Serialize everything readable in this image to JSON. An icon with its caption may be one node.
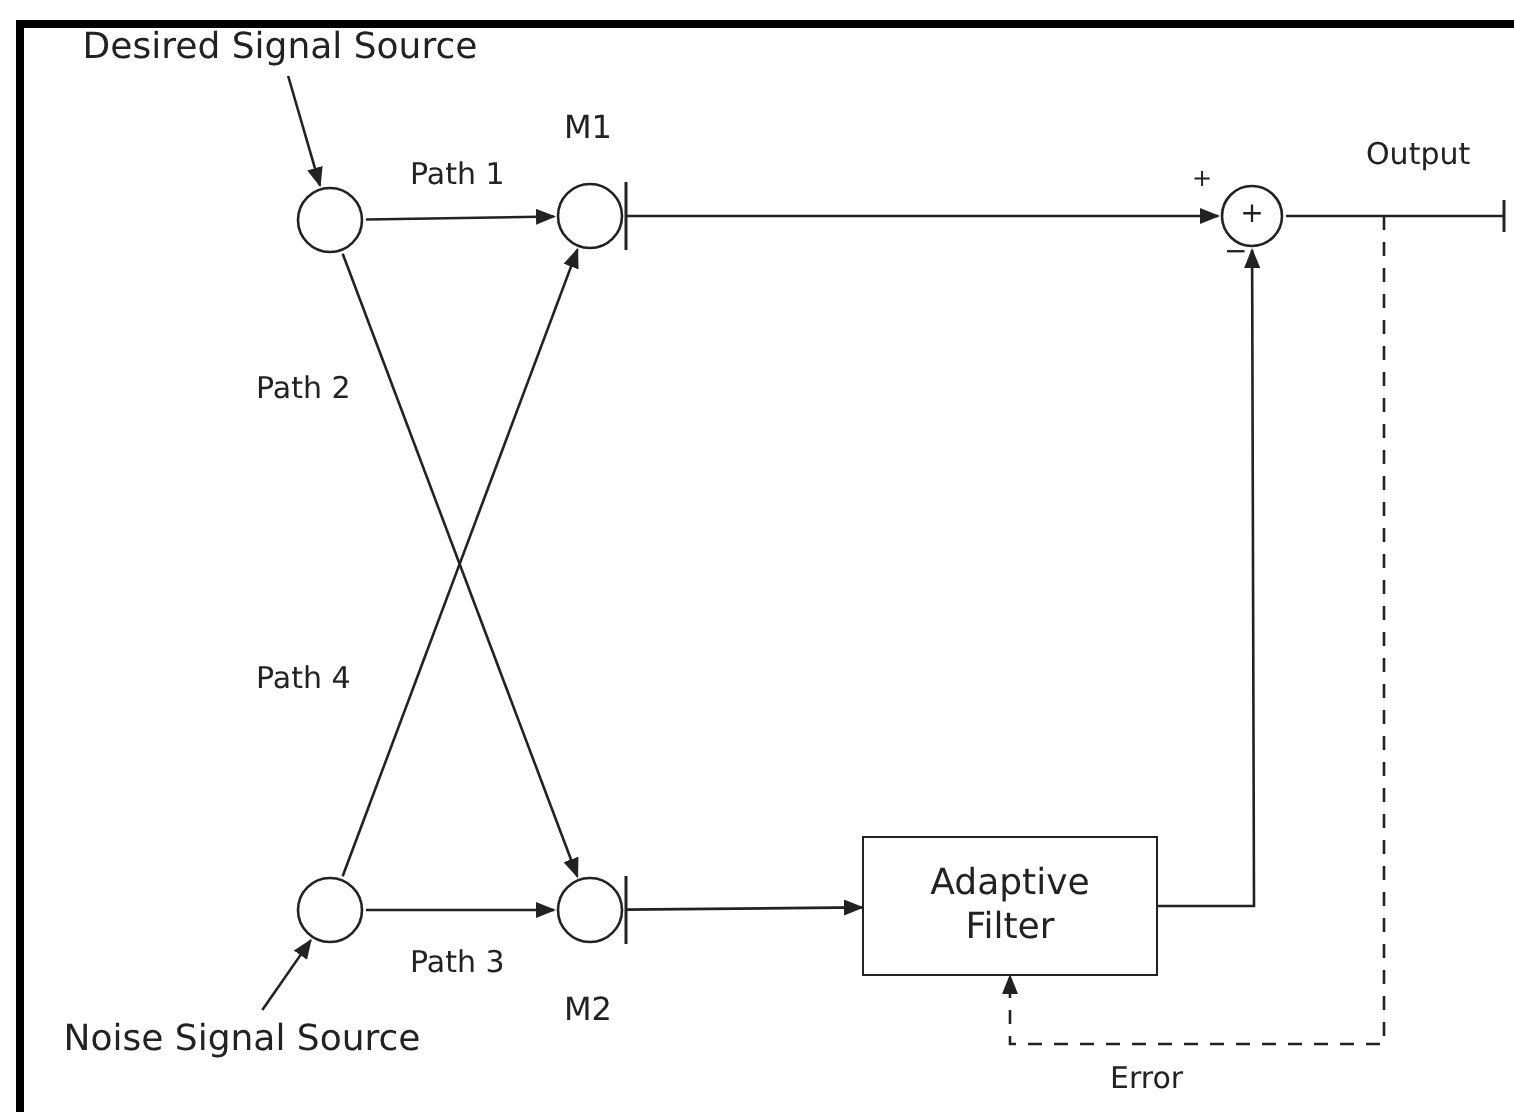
{
  "diagram": {
    "nodes": [
      {
        "text": [
          "Desired Signal Source"
        ]
      },
      {
        "text": [],
        "shape": "circle"
      },
      {
        "text": [],
        "shape": "circle",
        "beside": [
          "M1"
        ]
      },
      {
        "text": [],
        "shape": "circle"
      },
      {
        "text": [],
        "shape": "circle",
        "beside": [
          "M2"
        ]
      },
      {
        "text": [
          "Noise Signal Source"
        ]
      },
      {
        "text": [
          "+"
        ]
      },
      {
        "text": [
          "Adaptive Filter"
        ]
      }
    ],
    "edges": [
      {
        "from": 0,
        "to": 1,
        "arrow": "to"
      },
      {
        "from": 1,
        "to": 2,
        "arrow": "to",
        "label": "Path 1"
      },
      {
        "from": 1,
        "to": 4,
        "arrow": "to",
        "label": "Path 2"
      },
      {
        "from": 3,
        "to": 2,
        "arrow": "to",
        "label": "Path 4"
      },
      {
        "from": 3,
        "to": 4,
        "arrow": "to",
        "label": "Path 3"
      },
      {
        "from": 5,
        "to": 3,
        "arrow": "to"
      },
      {
        "from": 2,
        "to": 6,
        "arrow": "to"
      },
      {
        "from": 4,
        "to": 7,
        "arrow": "to"
      },
      {
        "from": 7,
        "to": 6,
        "arrow": "to"
      },
      {
        "from": 6,
        "to": null,
        "arrow": "other",
        "label": "Output"
      },
      {
        "from": null,
        "to": 7,
        "arrow": "to",
        "label": "Error",
        "style": "dashed"
      }
    ],
    "labels": [
      "+",
      "−"
    ]
  }
}
